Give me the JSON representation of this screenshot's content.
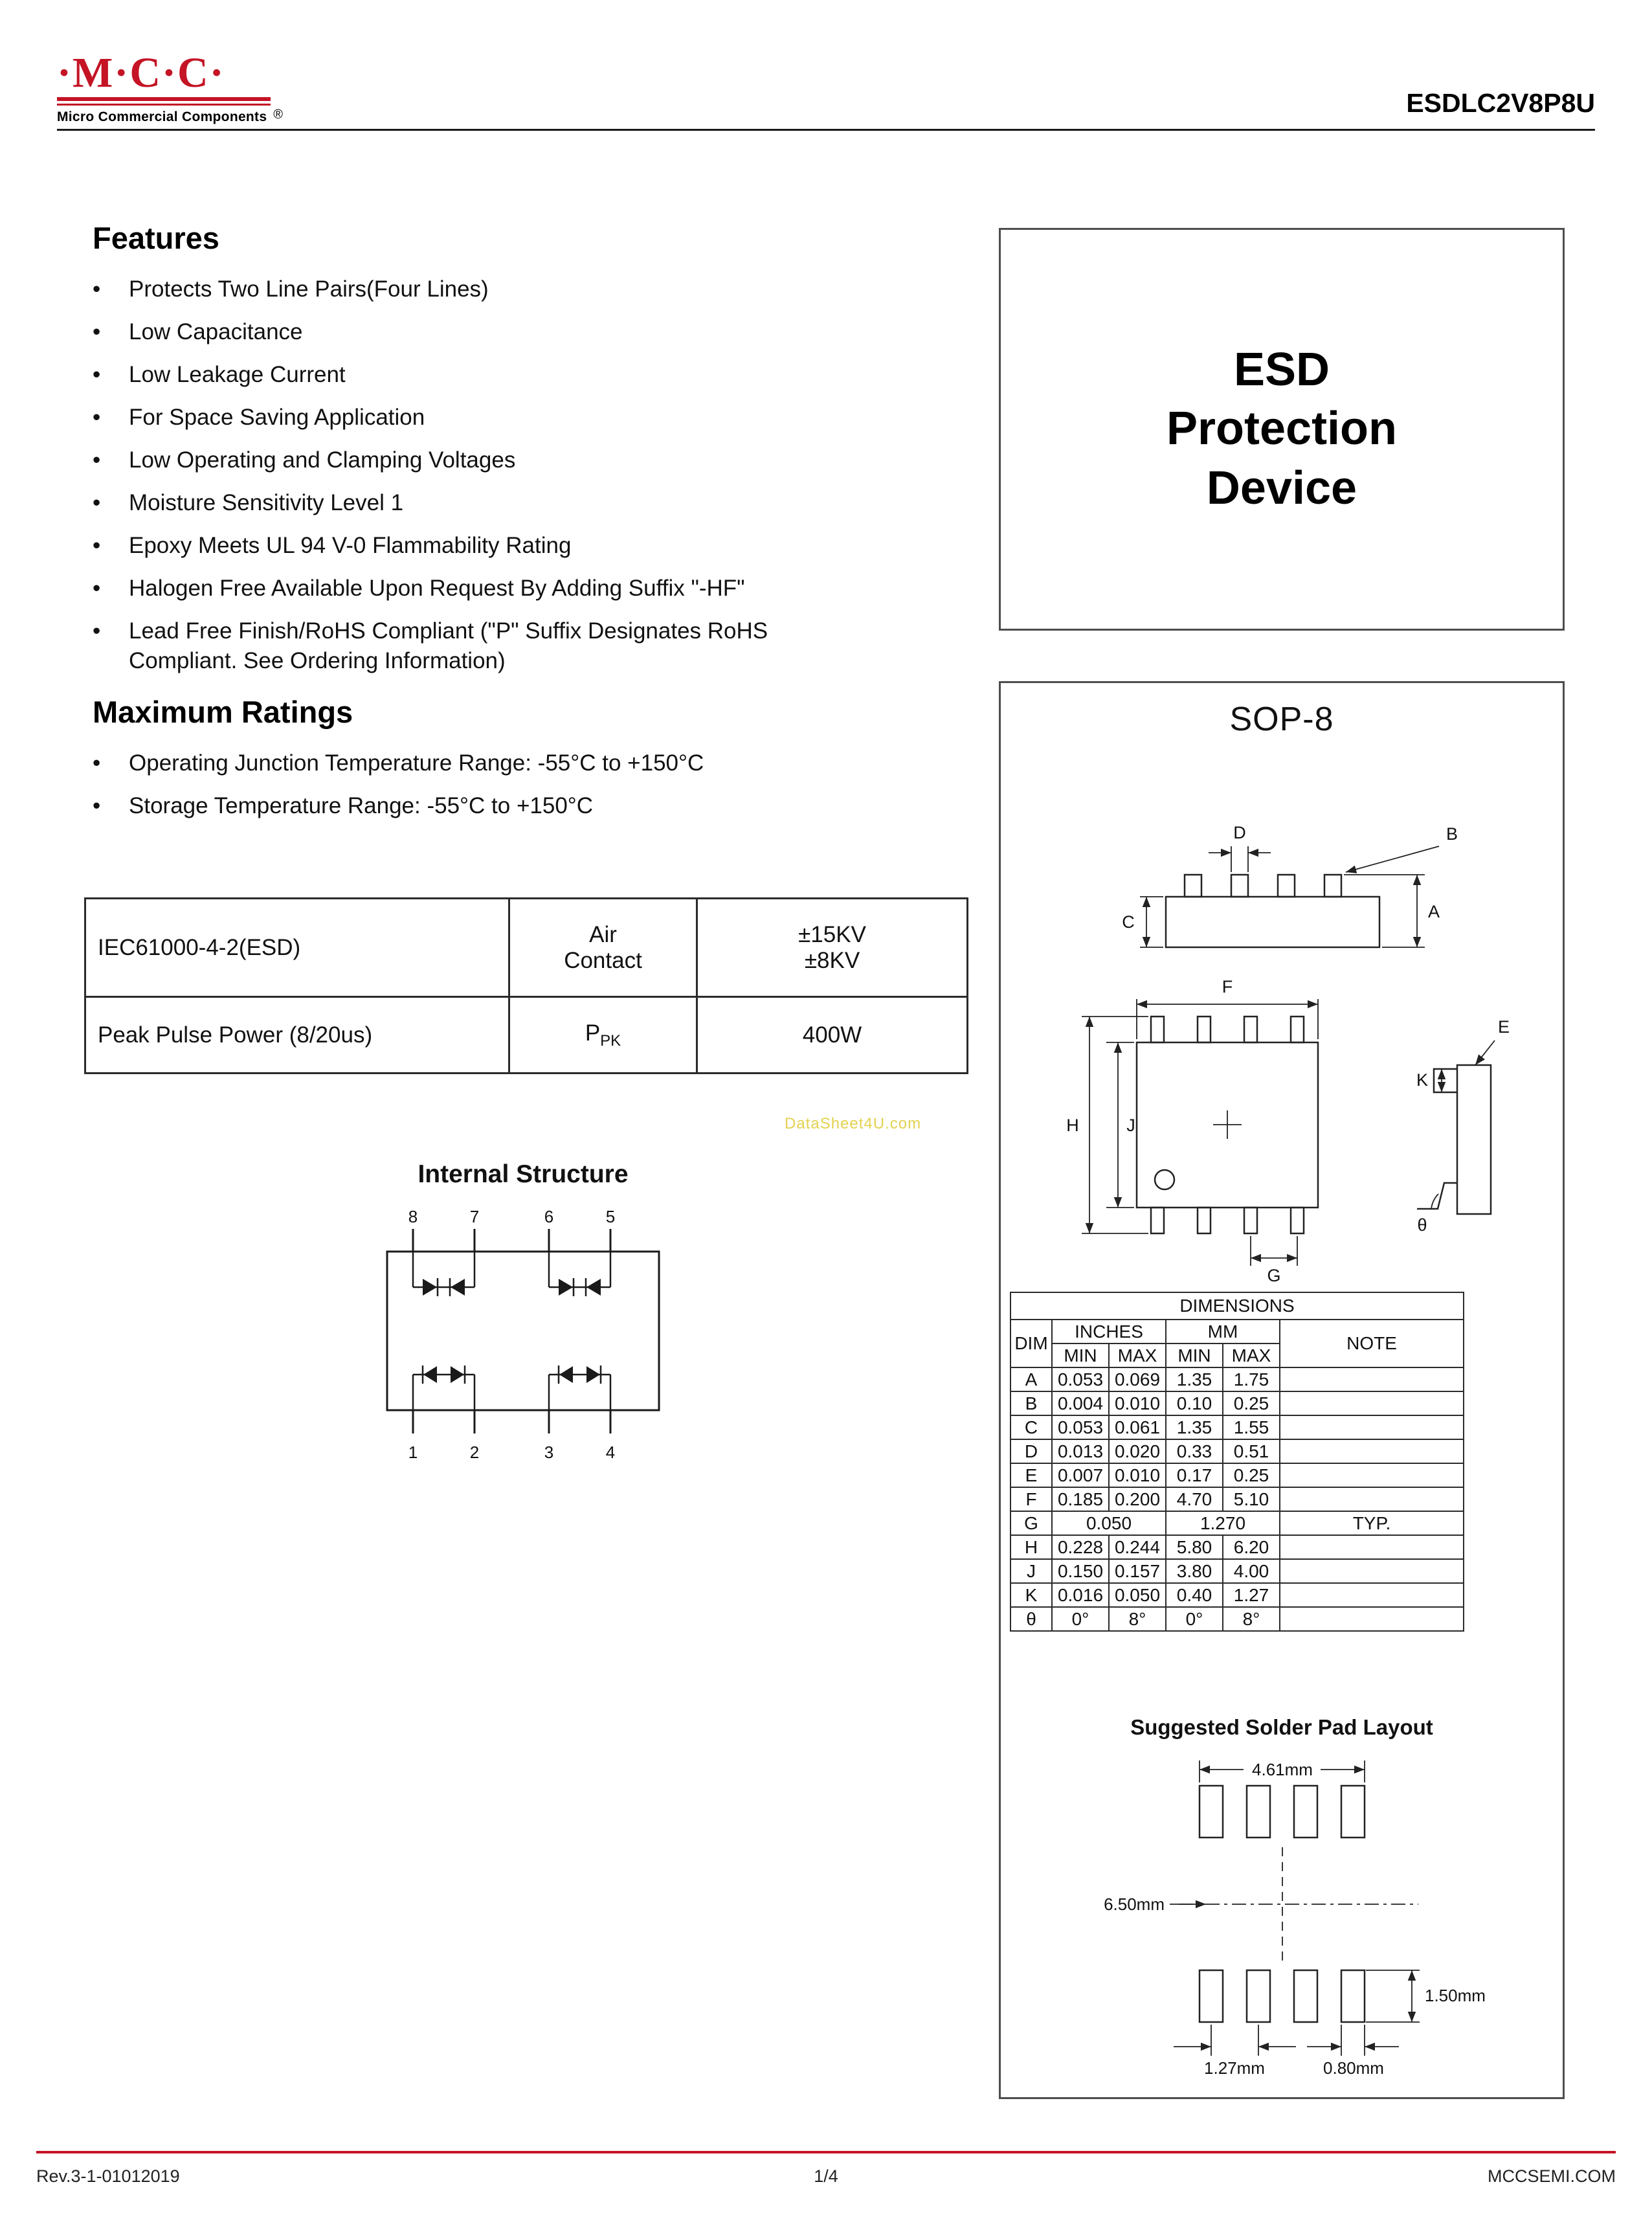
{
  "ui": {
    "bullet": "•"
  },
  "header": {
    "logo_text": "·M·C·C·",
    "logo_reg": "®",
    "logo_subtext": "Micro Commercial Components",
    "part_number": "ESDLC2V8P8U",
    "brand_color": "#c41425"
  },
  "features": {
    "title": "Features",
    "items": [
      "Protects Two Line Pairs(Four Lines)",
      "Low Capacitance",
      "Low Leakage Current",
      "For Space Saving Application",
      "Low Operating and Clamping Voltages",
      "Moisture Sensitivity Level 1",
      "Epoxy Meets UL 94 V-0 Flammability Rating",
      "Halogen Free Available Upon Request By Adding Suffix \"-HF\"",
      "Lead Free Finish/RoHS Compliant (\"P\" Suffix Designates RoHS Compliant. See Ordering Information)"
    ]
  },
  "maxratings": {
    "title": "Maximum Ratings",
    "items": [
      "Operating Junction Temperature Range: -55°C to +150°C",
      "Storage Temperature Range: -55°C to +150°C"
    ]
  },
  "ratings": {
    "row1": {
      "param": "IEC61000-4-2(ESD)",
      "cond1": "Air",
      "cond2": "Contact",
      "val1": "±15KV",
      "val2": "±8KV"
    },
    "row2": {
      "param": "Peak Pulse Power (8/20us)",
      "sym": "P",
      "sym_sub": "PK",
      "val": "400W"
    }
  },
  "watermark": "DataSheet4U.com",
  "istruct": {
    "title": "Internal Structure",
    "top_pins": [
      "8",
      "7",
      "6",
      "5"
    ],
    "bottom_pins": [
      "1",
      "2",
      "3",
      "4"
    ]
  },
  "esd": {
    "line1": "ESD",
    "line2": "Protection",
    "line3": "Device"
  },
  "sop": {
    "title": "SOP-8",
    "labels": {
      "A": "A",
      "B": "B",
      "C": "C",
      "D": "D",
      "E": "E",
      "F": "F",
      "G": "G",
      "H": "H",
      "J": "J",
      "K": "K",
      "theta": "θ"
    },
    "dims": {
      "title": "DIMENSIONS",
      "col_dim": "DIM",
      "col_inches": "INCHES",
      "col_mm": "MM",
      "col_note": "NOTE",
      "col_min": "MIN",
      "col_max": "MAX",
      "rows": [
        {
          "dim": "A",
          "imin": "0.053",
          "imax": "0.069",
          "mmin": "1.35",
          "mmax": "1.75",
          "note": ""
        },
        {
          "dim": "B",
          "imin": "0.004",
          "imax": "0.010",
          "mmin": "0.10",
          "mmax": "0.25",
          "note": ""
        },
        {
          "dim": "C",
          "imin": "0.053",
          "imax": "0.061",
          "mmin": "1.35",
          "mmax": "1.55",
          "note": ""
        },
        {
          "dim": "D",
          "imin": "0.013",
          "imax": "0.020",
          "mmin": "0.33",
          "mmax": "0.51",
          "note": ""
        },
        {
          "dim": "E",
          "imin": "0.007",
          "imax": "0.010",
          "mmin": "0.17",
          "mmax": "0.25",
          "note": ""
        },
        {
          "dim": "F",
          "imin": "0.185",
          "imax": "0.200",
          "mmin": "4.70",
          "mmax": "5.10",
          "note": ""
        },
        {
          "dim": "G",
          "ispan": "0.050",
          "mspan": "1.270",
          "note": "TYP."
        },
        {
          "dim": "H",
          "imin": "0.228",
          "imax": "0.244",
          "mmin": "5.80",
          "mmax": "6.20",
          "note": ""
        },
        {
          "dim": "J",
          "imin": "0.150",
          "imax": "0.157",
          "mmin": "3.80",
          "mmax": "4.00",
          "note": ""
        },
        {
          "dim": "K",
          "imin": "0.016",
          "imax": "0.050",
          "mmin": "0.40",
          "mmax": "1.27",
          "note": ""
        },
        {
          "dim": "θ",
          "imin": "0°",
          "imax": "8°",
          "mmin": "0°",
          "mmax": "8°",
          "note": ""
        }
      ]
    },
    "pad": {
      "title": "Suggested Solder Pad Layout",
      "top": "4.61mm",
      "left": "6.50mm",
      "right": "1.50mm",
      "pitch": "1.27mm",
      "width": "0.80mm"
    }
  },
  "footer": {
    "rev": "Rev.3-1-01012019",
    "page": "1/4",
    "site": "MCCSEMI.COM"
  }
}
